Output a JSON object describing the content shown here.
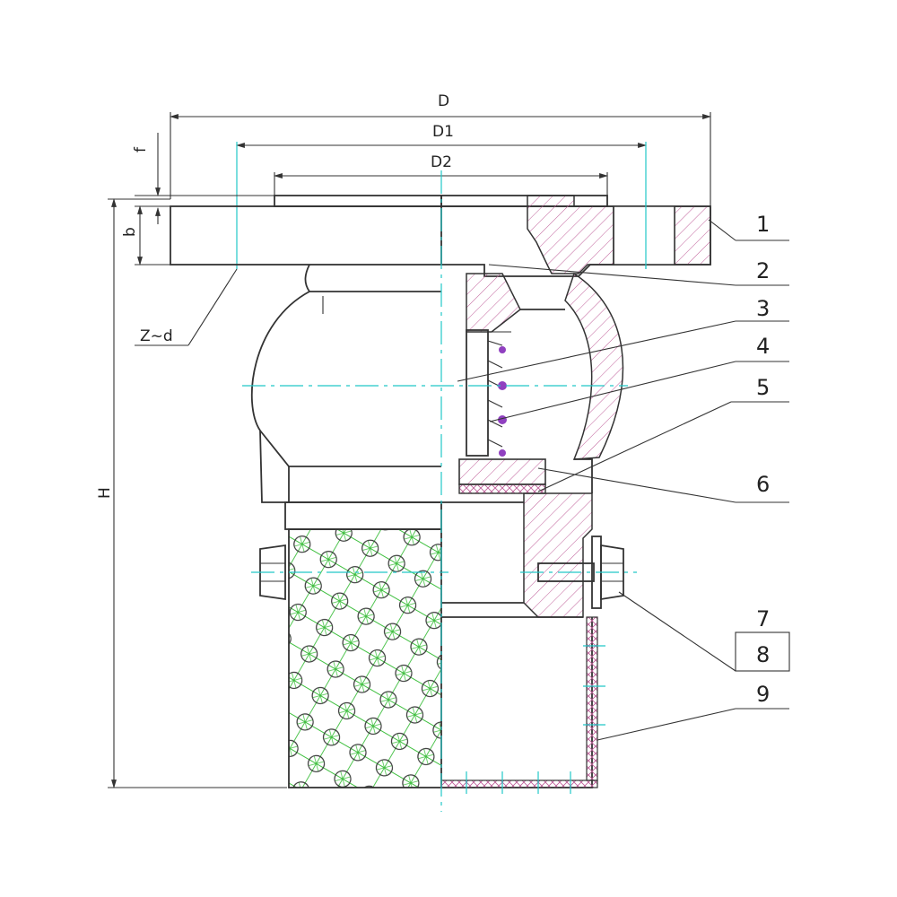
{
  "dimensions": {
    "outer_diameter": "D",
    "bolt_circle": "D1",
    "raised_face": "D2",
    "face_height": "f",
    "flange_thickness": "b",
    "bolt_holes": "Z~d",
    "height": "H"
  },
  "callouts": [
    "1",
    "2",
    "3",
    "4",
    "5",
    "6",
    "7",
    "8",
    "9"
  ],
  "colors": {
    "line": "#333333",
    "centerline": "#22c7c7",
    "hatch": "#c0609a",
    "mesh": "#3fbf3f",
    "spring": "#9040c0"
  }
}
